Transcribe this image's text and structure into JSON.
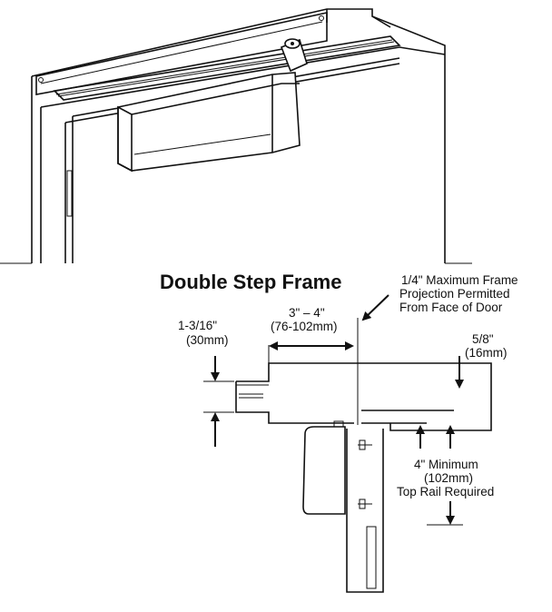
{
  "diagram": {
    "title": "Double Step Frame",
    "labels": {
      "projection_line1": "1/4\" Maximum Frame",
      "projection_line2": "Projection Permitted",
      "projection_line3": "From Face of Door",
      "width_line1": "3\" – 4\"",
      "width_line2": "(76-102mm)",
      "height_line1": "1-3/16\"",
      "height_line2": "(30mm)",
      "step_line1": "5/8\"",
      "step_line2": "(16mm)",
      "rail_line1": "4\" Minimum",
      "rail_line2": "(102mm)",
      "rail_line3": "Top Rail Required"
    }
  }
}
